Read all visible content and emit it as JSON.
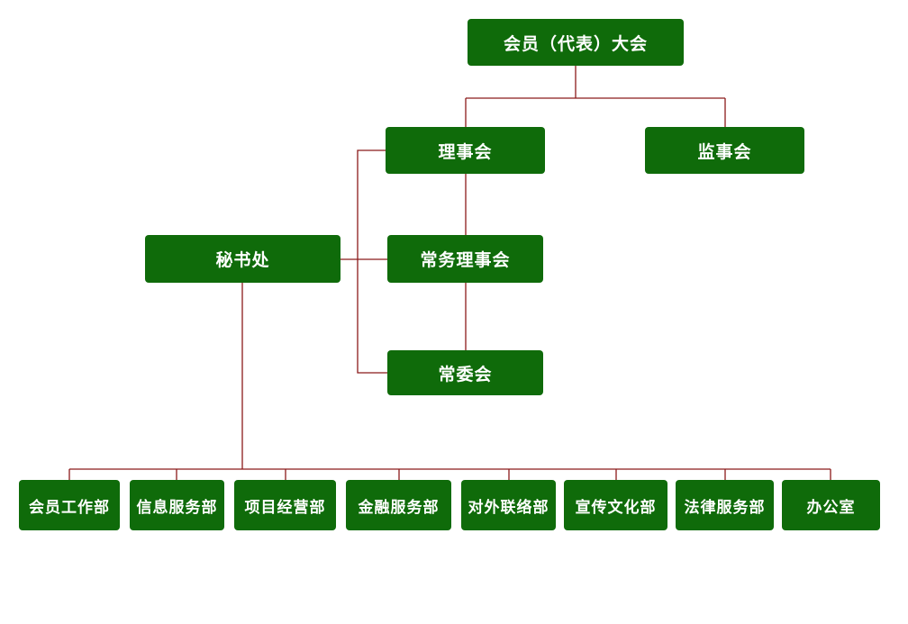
{
  "colors": {
    "node_fill": "#0f6b0a",
    "node_text": "#ffffff",
    "connector": "#8b1a1a",
    "background": "#ffffff"
  },
  "org": {
    "assembly": "会员（代表）大会",
    "council": "理事会",
    "supervisory_board": "监事会",
    "secretariat": "秘书处",
    "standing_council": "常务理事会",
    "standing_committee": "常委会",
    "departments": [
      "会员工作部",
      "信息服务部",
      "项目经营部",
      "金融服务部",
      "对外联络部",
      "宣传文化部",
      "法律服务部",
      "办公室"
    ]
  }
}
